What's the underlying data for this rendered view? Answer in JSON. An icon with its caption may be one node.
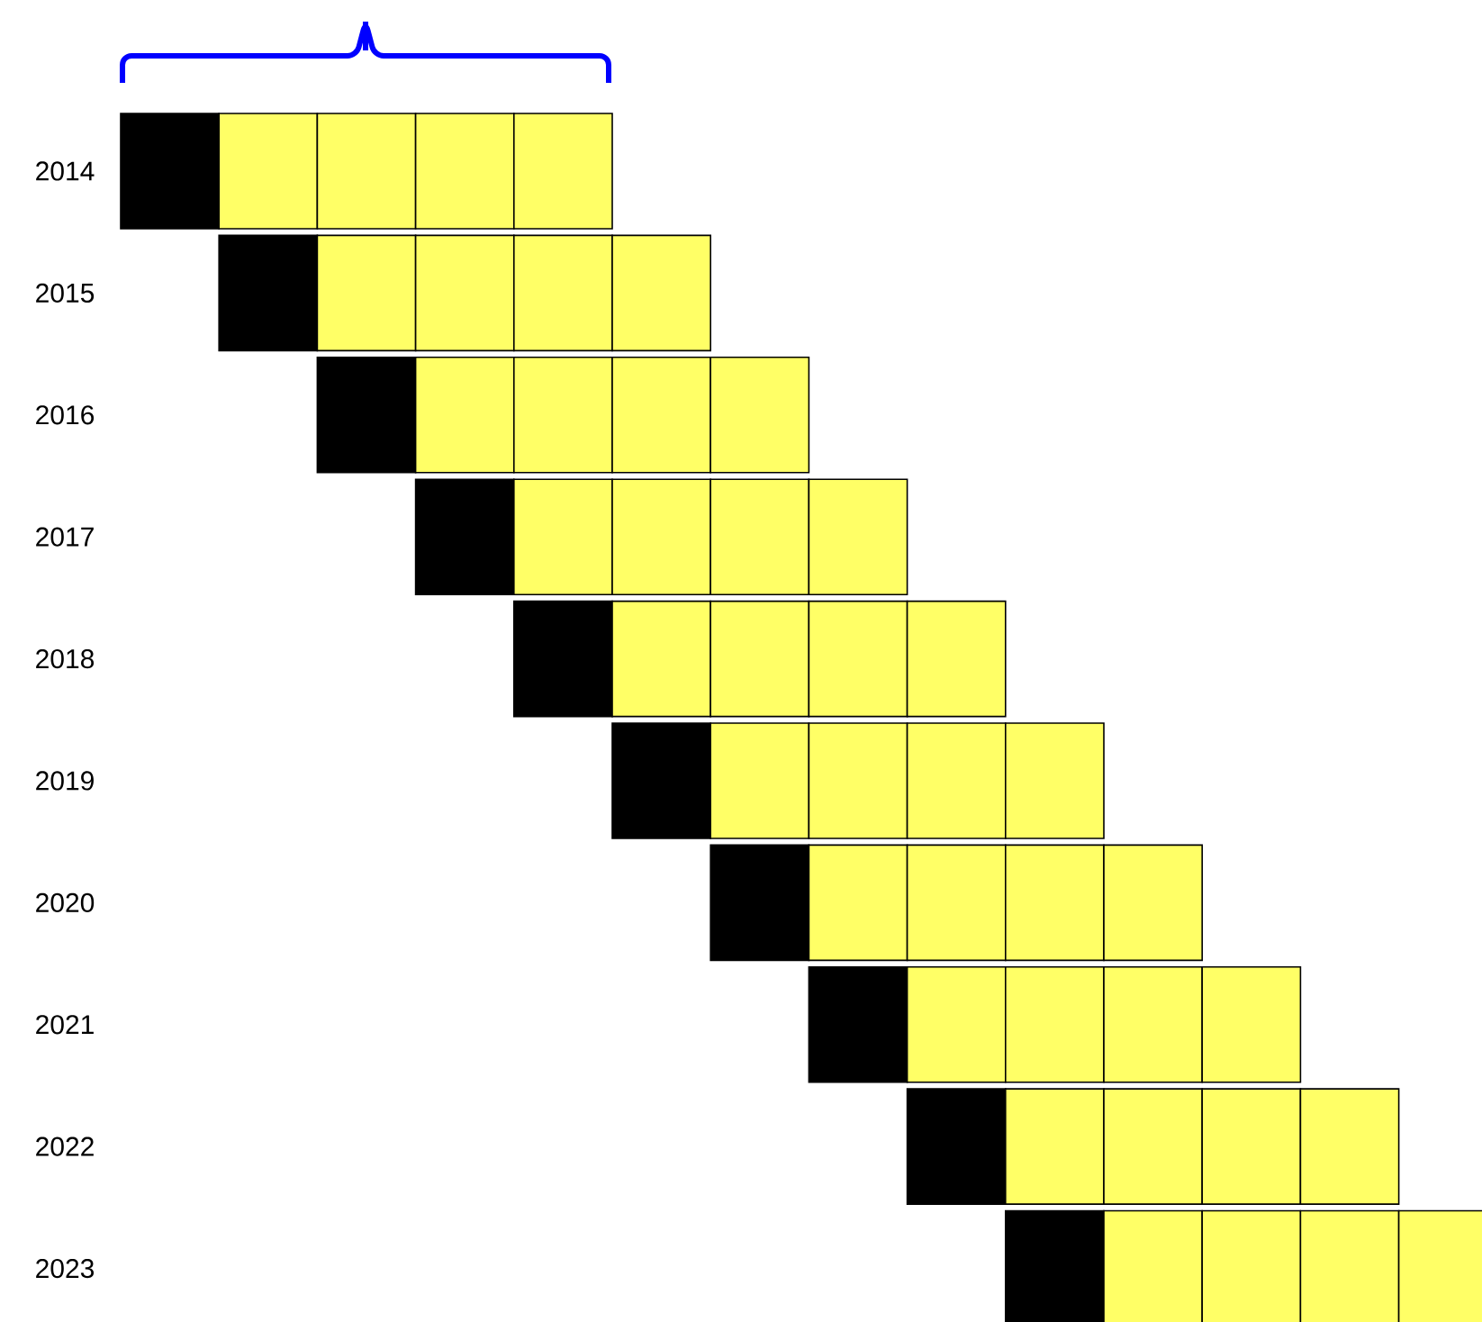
{
  "diagram": {
    "labels": [
      "2014",
      "2015",
      "2016",
      "2017",
      "2018",
      "2019",
      "2020",
      "2021",
      "2022",
      "2023"
    ]
  }
}
